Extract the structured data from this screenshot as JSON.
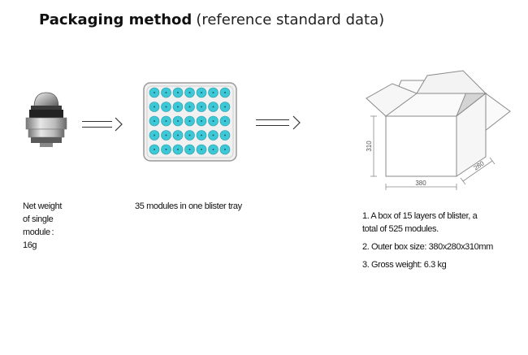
{
  "title": {
    "bold": "Packaging method",
    "light": "(reference standard data)"
  },
  "module": {
    "caption_lines": [
      "Net weight",
      "of single",
      "module :",
      "16g"
    ]
  },
  "tray": {
    "caption": "35 modules in one blister tray",
    "rows": 5,
    "cols": 7,
    "cell_color": "#3cc8d6"
  },
  "box": {
    "dim_height": "310",
    "dim_width": "380",
    "dim_depth": "280",
    "notes": [
      [
        "1. A box of 15 layers of blister, a",
        "total of 525 modules."
      ],
      [
        "2. Outer box size: 380x280x310mm"
      ],
      [
        "3. Gross weight: 6.3 kg"
      ]
    ]
  }
}
